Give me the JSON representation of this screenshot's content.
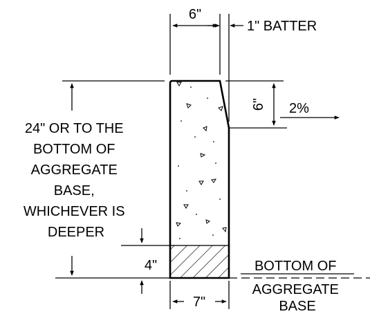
{
  "dimensions": {
    "top_width": "6\"",
    "batter": "1\" BATTER",
    "curb_height": "6\"",
    "slope": "2%",
    "base_depth": "4\"",
    "bottom_width": "7\""
  },
  "notes": {
    "depth_lines": [
      "24\" OR TO THE",
      "BOTTOM OF",
      "AGGREGATE",
      "BASE,",
      "WHICHEVER IS",
      "DEEPER"
    ],
    "bottom_lines": [
      "BOTTOM OF",
      "AGGREGATE",
      "BASE"
    ]
  }
}
